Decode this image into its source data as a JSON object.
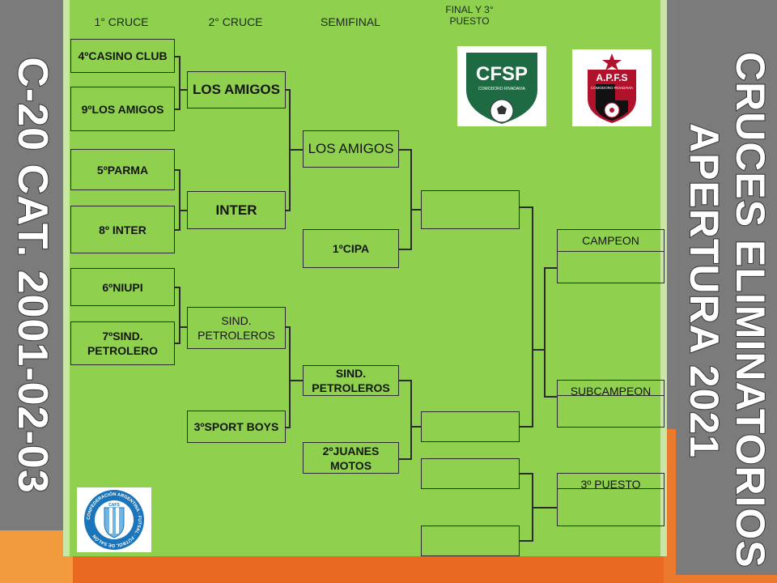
{
  "side_left": "C-20 CAT. 2001-02-03",
  "side_right": {
    "line1": "CRUCES ELIMINATORIOS",
    "line2": "APERTURA 2021"
  },
  "headers": {
    "r1": "1° CRUCE",
    "r2": "2° CRUCE",
    "r3": "SEMIFINAL",
    "r4": "FINAL Y 3° PUESTO"
  },
  "round1": [
    "4ºCASINO CLUB",
    "9ºLOS AMIGOS",
    "5ºPARMA",
    "8º INTER",
    "6ºNIUPI",
    "7ºSIND. PETROLERO"
  ],
  "round2": [
    "LOS AMIGOS",
    "INTER",
    "SIND. PETROLEROS",
    "3ºSPORT BOYS"
  ],
  "semifinal": [
    "LOS AMIGOS",
    "1ºCIPA",
    "SIND. PETROLEROS",
    "2ºJUANES MOTOS"
  ],
  "results": {
    "campeon": "CAMPEON",
    "subcampeon": "SUBCAMPEON",
    "tercero": "3º PUESTO"
  },
  "logos": {
    "cfsp": {
      "text": "CFSP",
      "sub": "COMODORO RIVADAVIA"
    },
    "apfs": {
      "text": "A.P.F.S",
      "sub": "COMODORO RIVADAVIA"
    },
    "caf": {
      "ring": "CONFEDERACIÓN ARGENTINA · FUTSAL · FÚTBOL DE SALÓN",
      "badge": "CAFS"
    }
  },
  "colors": {
    "board": "#8fd14f",
    "side": "#7b7b7b",
    "accent": "#e8691f",
    "cfsp_green": "#1e6b43",
    "apfs_red": "#b0122b"
  }
}
